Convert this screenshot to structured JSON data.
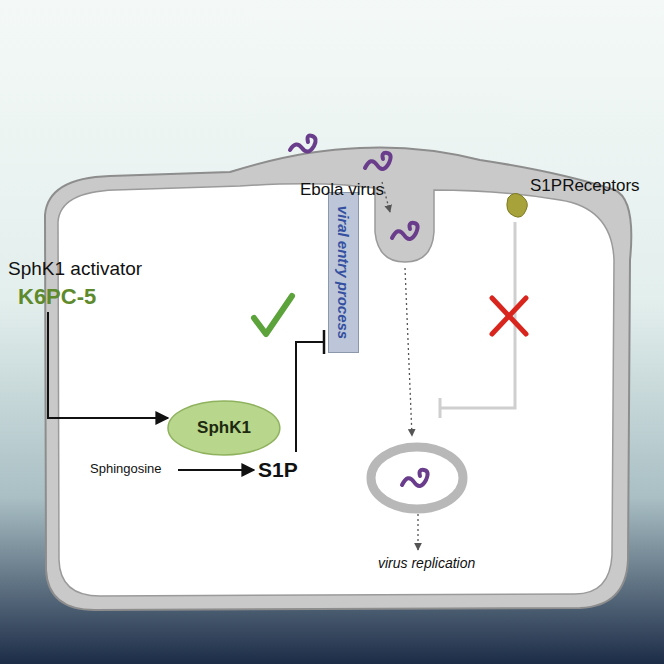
{
  "diagram": {
    "nodes": [
      {
        "text": [
          "SphK1"
        ]
      },
      {
        "text": [
          "viral entry process"
        ]
      }
    ],
    "labels": [
      "SphK1 activator",
      "K6PC-5",
      "Sphingosine",
      "S1P",
      "Ebola virus",
      "S1PReceptors",
      "virus replication"
    ]
  }
}
